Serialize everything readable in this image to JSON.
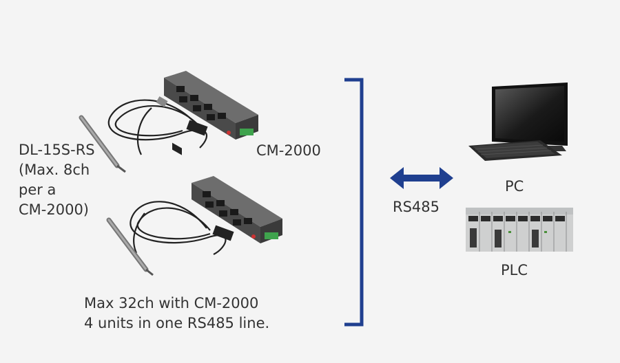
{
  "sensor_label": [
    "DL-15S-RS",
    "(Max. 8ch",
    "per a",
    "CM-2000)"
  ],
  "converter_label": "CM-2000",
  "note": [
    "Max 32ch with CM-2000",
    "4 units in one RS485 line."
  ],
  "bus_label": "RS485",
  "pc_label": "PC",
  "plc_label": "PLC",
  "colors": {
    "accent": "#1f3f8f",
    "text": "#333333",
    "background": "#f4f4f4"
  }
}
